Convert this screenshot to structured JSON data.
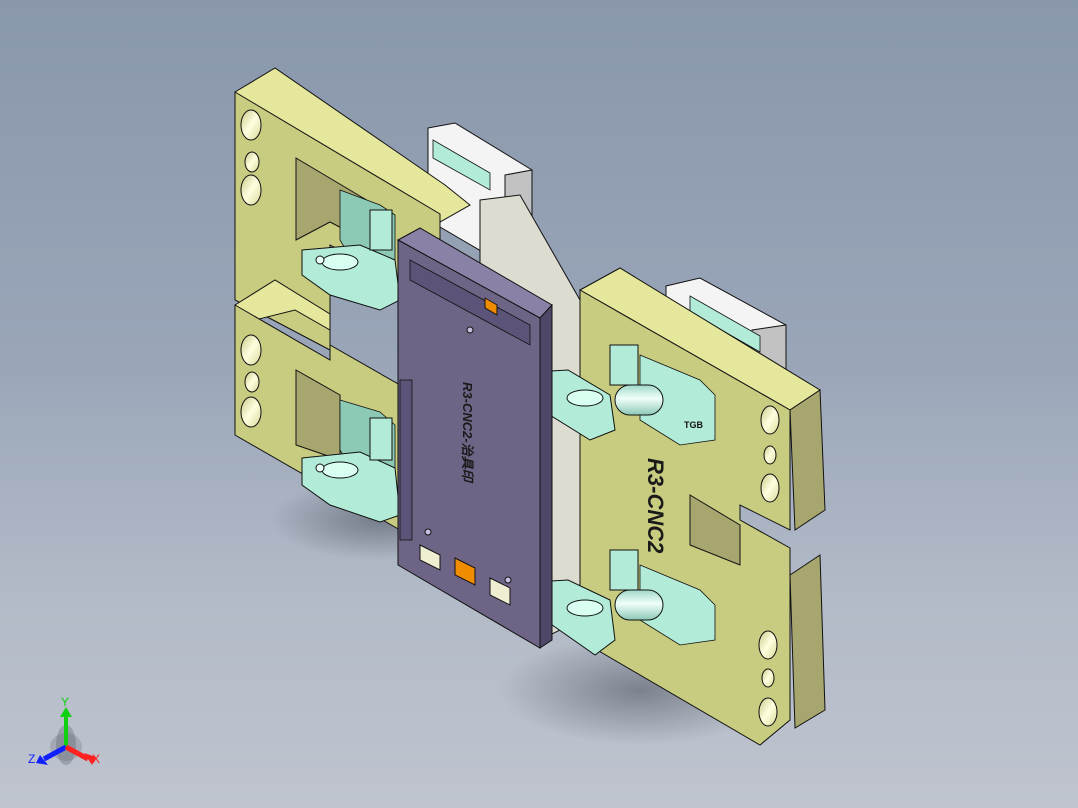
{
  "viewport": {
    "title": "3D model viewport",
    "background_top": "#8997ac",
    "background_bottom": "#bfc4ce"
  },
  "model": {
    "plate_engraving": "R3-CNC2",
    "part_engraving": "R3-CNC2-治具印",
    "cylinder_marking": "TGB",
    "colors": {
      "plate": "#e4e79c",
      "plate_shade": "#c8cc80",
      "plate_dark": "#a6a66e",
      "clamp": "#b2ecd8",
      "clamp_shade": "#8ccab6",
      "part": "#6e6586",
      "part_edge": "#4f4768",
      "block": "#f4f4f4",
      "block_shade": "#c2c2c2",
      "accent_orange": "#f08c00"
    }
  },
  "triad": {
    "x_label": "X",
    "y_label": "Y",
    "z_label": "Z",
    "x_color": "#ff2020",
    "y_color": "#10d010",
    "z_color": "#1020ff"
  }
}
